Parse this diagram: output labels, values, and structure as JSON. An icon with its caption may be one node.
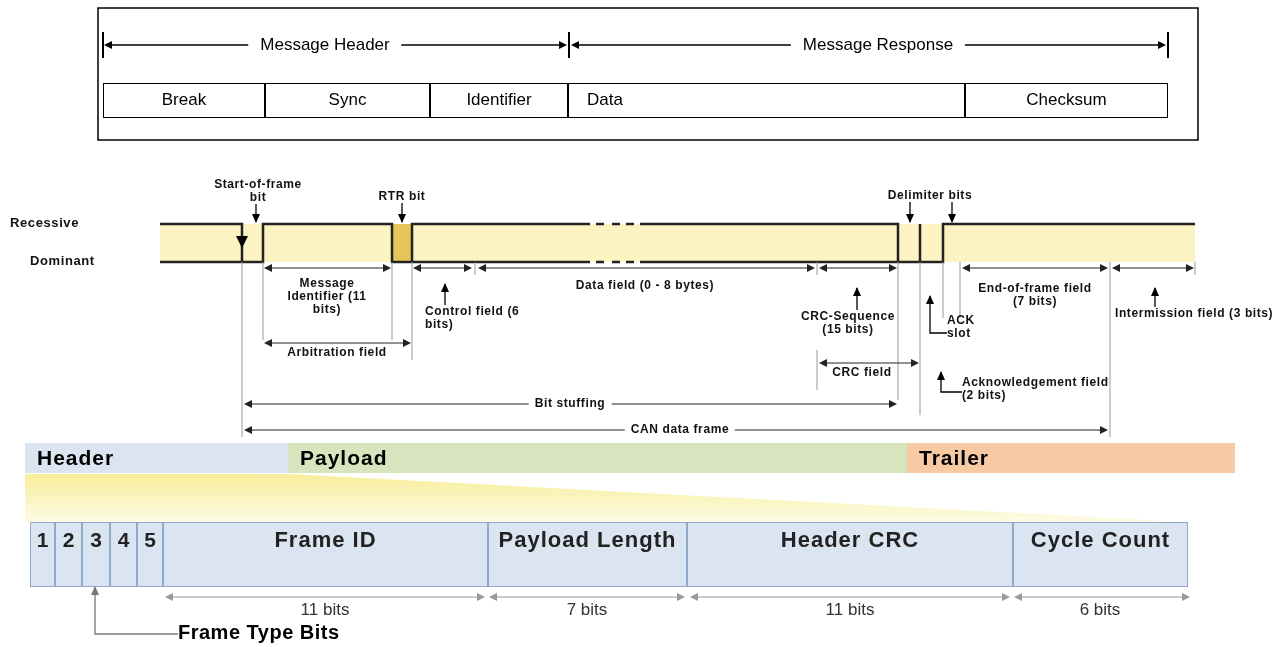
{
  "diagram": {
    "nodes": [
      {
        "text": [
          "Break"
        ]
      },
      {
        "text": [
          "Sync"
        ]
      },
      {
        "text": [
          "Identifier"
        ]
      },
      {
        "text": [
          "Data"
        ]
      },
      {
        "text": [
          "Checksum"
        ]
      },
      {
        "text": [
          "Start-of-frame bit"
        ]
      },
      {
        "text": [
          "RTR bit"
        ]
      },
      {
        "text": [
          "Delimiter bits"
        ]
      },
      {
        "text": [
          "Control field (6 bits)"
        ]
      },
      {
        "text": [
          "CRC-Sequence (15 bits)"
        ]
      },
      {
        "text": [
          "ACK slot"
        ]
      },
      {
        "text": [
          "Acknowledgement field (2 bits)"
        ]
      },
      {
        "text": [
          "Intermission field (3 bits)"
        ]
      },
      {
        "text": [
          "Header"
        ]
      },
      {
        "text": [
          "Payload"
        ]
      },
      {
        "text": [
          "Trailer"
        ]
      },
      {
        "text": [
          "1"
        ]
      },
      {
        "text": [
          "2"
        ]
      },
      {
        "text": [
          "3"
        ]
      },
      {
        "text": [
          "4"
        ]
      },
      {
        "text": [
          "5"
        ]
      },
      {
        "text": [
          "Frame ID"
        ]
      },
      {
        "text": [
          "Payload Length"
        ]
      },
      {
        "text": [
          "Header CRC"
        ]
      },
      {
        "text": [
          "Cycle Count"
        ]
      },
      {
        "text": [
          "Frame Type Bits"
        ]
      }
    ],
    "edges": [
      {
        "from": 5,
        "to": null,
        "arrow": "to"
      },
      {
        "from": 6,
        "to": null,
        "arrow": "to"
      },
      {
        "from": 7,
        "to": null,
        "arrow": "to"
      },
      {
        "from": 7,
        "to": null,
        "arrow": "to"
      },
      {
        "from": 8,
        "to": null,
        "arrow": "to"
      },
      {
        "from": 9,
        "to": null,
        "arrow": "to"
      },
      {
        "from": 10,
        "to": null,
        "arrow": "to"
      },
      {
        "from": 11,
        "to": null,
        "arrow": "to"
      },
      {
        "from": 12,
        "to": null,
        "arrow": "to"
      },
      {
        "from": 25,
        "to": 18,
        "arrow": "to",
        "color": "#777777"
      }
    ],
    "labels": [
      "Message Header",
      "Message Response",
      "Recessive",
      "Dominant",
      "Message Identifier (11 bits)",
      "Data field (0 - 8 bytes)",
      "End-of-frame field (7 bits)",
      "Arbitration field",
      "CRC field",
      "Bit stuffing",
      "CAN data frame",
      "11 bits",
      "7 bits",
      "11 bits",
      "6 bits"
    ]
  }
}
